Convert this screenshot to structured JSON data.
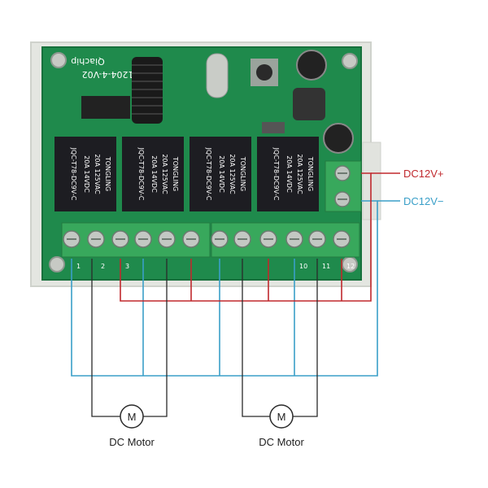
{
  "board": {
    "model": "KR1204-4-V02",
    "brand": "Qiachip",
    "relays": [
      {
        "brand": "TONGLING",
        "rating1": "20A 125VAC",
        "rating2": "20A 14VDC",
        "part": "JQC-T78-DC9V-C"
      },
      {
        "brand": "TONGLING",
        "rating1": "20A 125VAC",
        "rating2": "20A 14VDC",
        "part": "JQC-T78-DC9V-C"
      },
      {
        "brand": "TONGLING",
        "rating1": "20A 125VAC",
        "rating2": "20A 14VDC",
        "part": "JQC-T78-DC9V-C"
      },
      {
        "brand": "TONGLING",
        "rating1": "20A 125VAC",
        "rating2": "20A 14VDC",
        "part": "JQC-T78-DC9V-C"
      }
    ],
    "terminal_numbers": [
      "1",
      "2",
      "3",
      "",
      "",
      "",
      "",
      "",
      "",
      "10",
      "11",
      "12"
    ],
    "colors": {
      "pcb": "#1f8a4c",
      "terminal": "#38a85c",
      "relay": "#1d1d22",
      "case": "#e4e6e1"
    }
  },
  "power": {
    "positive_label": "DC12V+",
    "negative_label": "DC12V−",
    "positive_color": "#c0282d",
    "negative_color": "#3a9fc8"
  },
  "motors": [
    {
      "symbol": "M",
      "label": "DC Motor"
    },
    {
      "symbol": "M",
      "label": "DC Motor"
    }
  ]
}
